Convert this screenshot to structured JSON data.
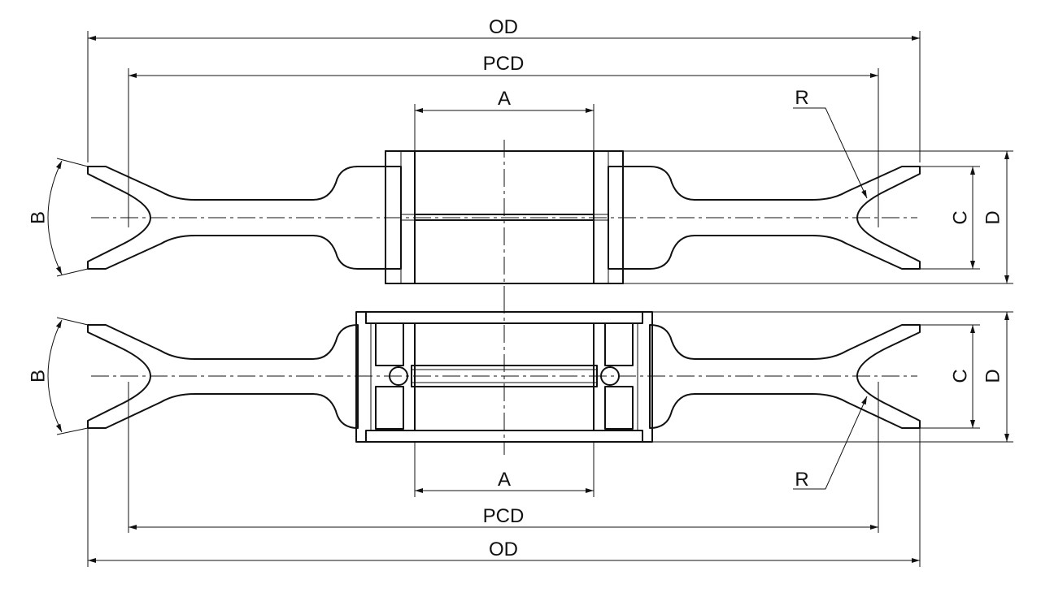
{
  "colors": {
    "line": "#111111",
    "background": "#ffffff"
  },
  "top_view": {
    "od": "OD",
    "pcd": "PCD",
    "a": "A",
    "r": "R",
    "b": "B",
    "c": "C",
    "d": "D"
  },
  "bottom_view": {
    "od": "OD",
    "pcd": "PCD",
    "a": "A",
    "r": "R",
    "b": "B",
    "c": "C",
    "d": "D"
  }
}
